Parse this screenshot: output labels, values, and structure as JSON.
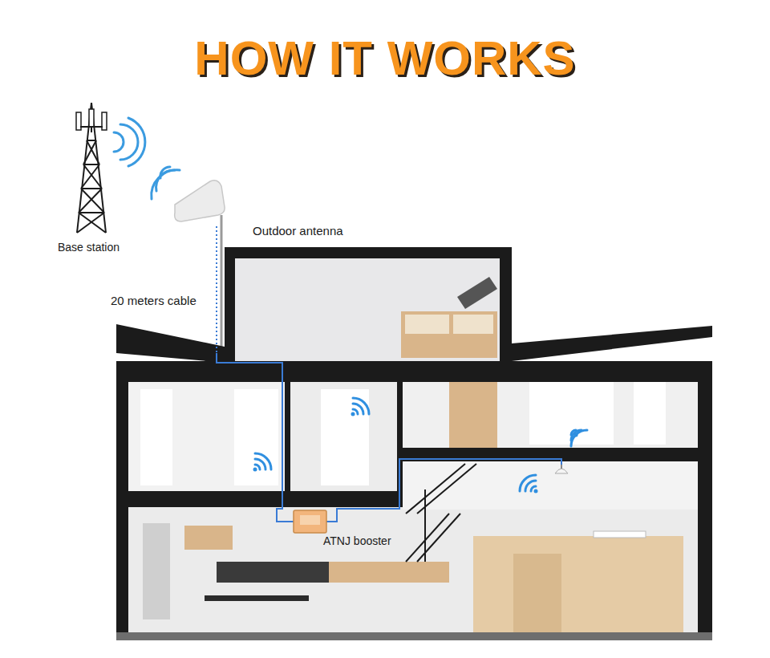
{
  "diagram": {
    "title": "HOW IT WORKS",
    "labels": [
      "Base station",
      "Outdoor antenna",
      "20 meters cable",
      "ATNJ booster"
    ]
  }
}
